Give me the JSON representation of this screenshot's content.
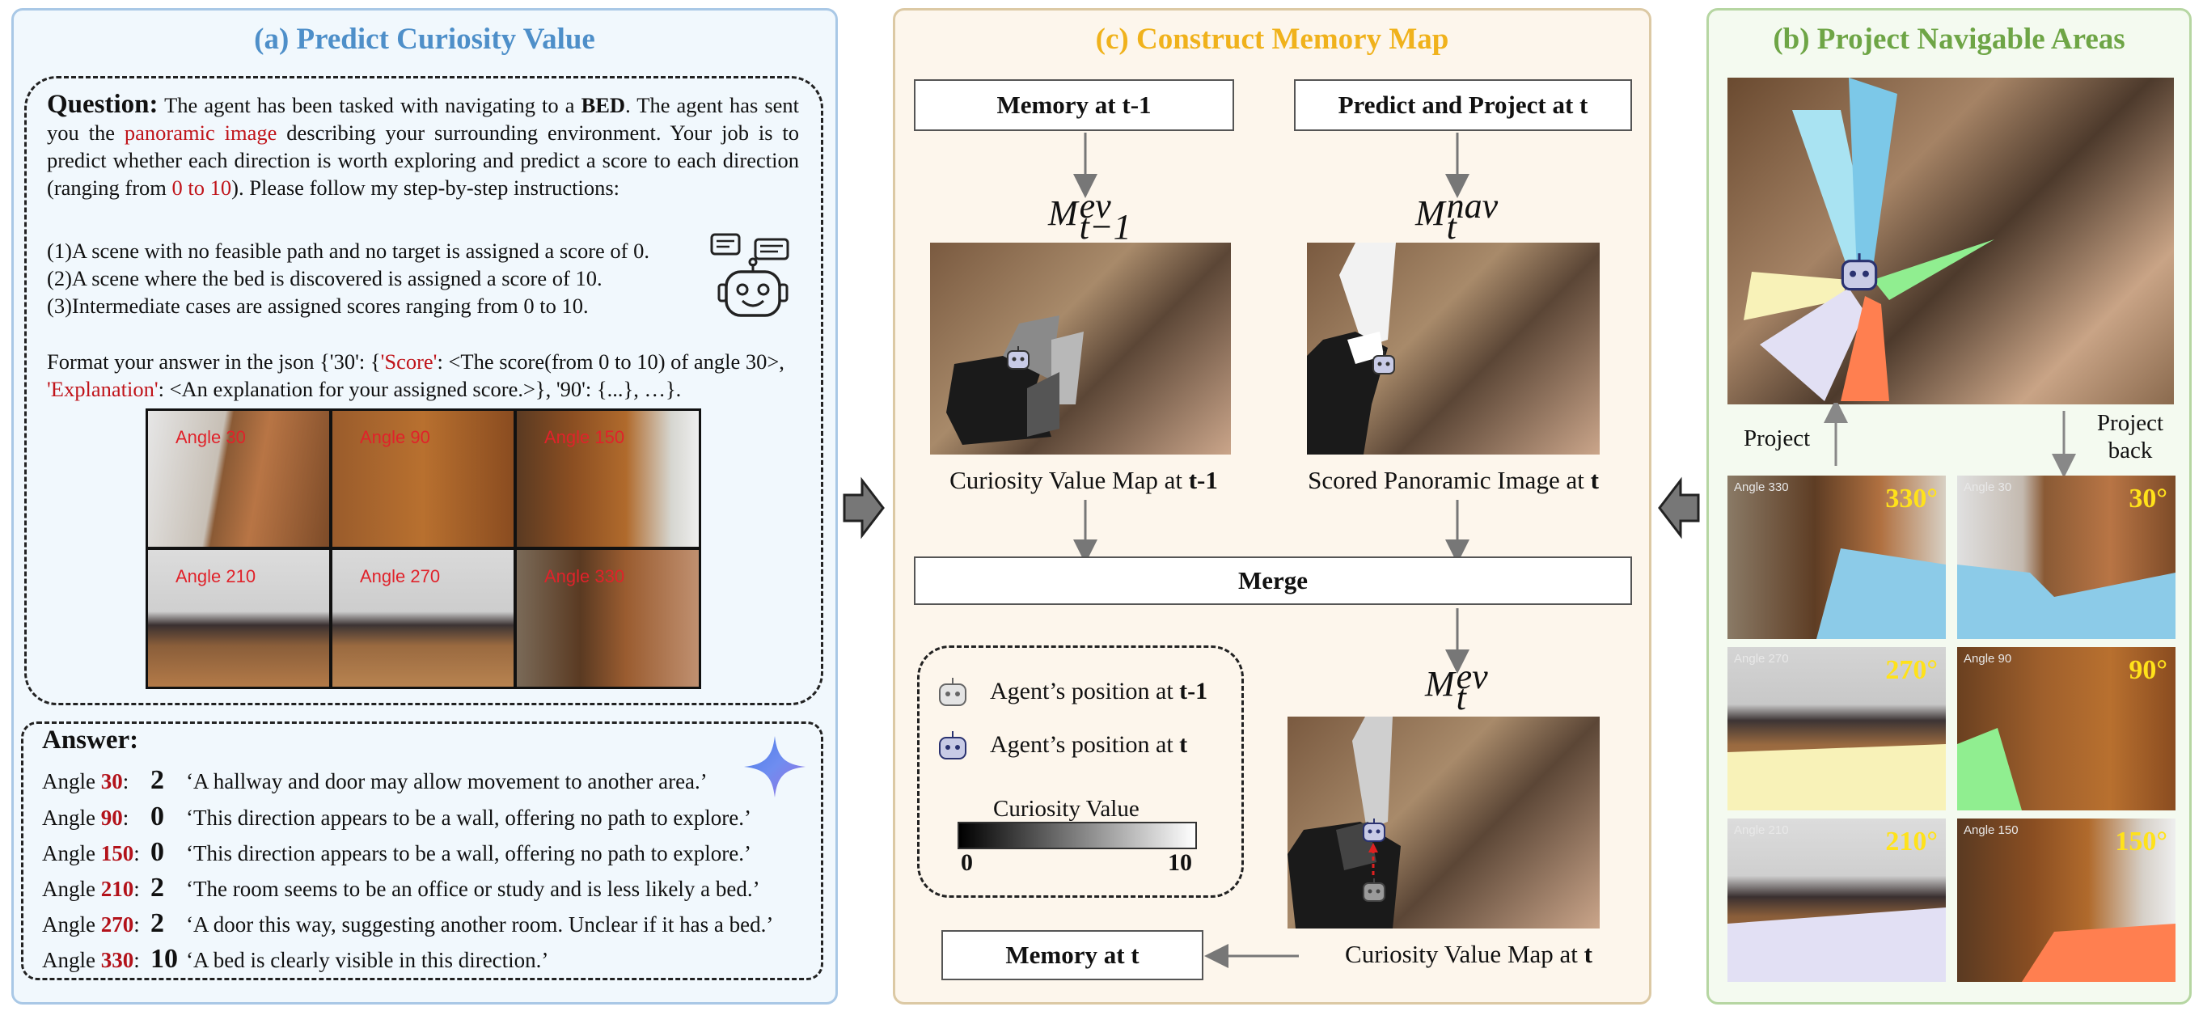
{
  "panel_a": {
    "title": "(a) Predict Curiosity Value",
    "question_label": "Question:",
    "q1": "The agent has been tasked with navigating to a",
    "q_bed": "BED",
    "q2": ". The agent has sent you the",
    "q_pano": "panoramic image",
    "q3": "describing your surrounding environment. Your job is to predict whether each direction is worth exploring and predict a score to each direction (ranging from",
    "q_range": "0 to 10",
    "q4": "). Please follow my step-by-step instructions:",
    "rule1": "(1)A scene with no feasible path and no target is assigned a score of 0.",
    "rule2": "(2)A scene where the bed is discovered is assigned a score of 10.",
    "rule3": "(3)Intermediate cases are assigned scores ranging from 0 to 10.",
    "fmt1": "Format your answer in the json {'30': {",
    "fmt_score": "'Score'",
    "fmt2": ": <The score(from 0 to 10) of angle 30>,",
    "fmt_expl": "'Explanation'",
    "fmt3": ": <An explanation for your assigned score.>}, '90': {...}, …}.",
    "images": [
      {
        "label": "Angle 30"
      },
      {
        "label": "Angle 90"
      },
      {
        "label": "Angle 150"
      },
      {
        "label": "Angle 210"
      },
      {
        "label": "Angle 270"
      },
      {
        "label": "Angle 330"
      }
    ],
    "answer_label": "Answer:",
    "angle_word": "Angle",
    "answers": [
      {
        "angle": "30",
        "score": "2",
        "text": "‘A hallway and door may allow movement to another area.’"
      },
      {
        "angle": "90",
        "score": "0",
        "text": "‘This direction appears to be a wall, offering no path to explore.’"
      },
      {
        "angle": "150",
        "score": "0",
        "text": "‘This direction appears to be a wall, offering no path to explore.’"
      },
      {
        "angle": "210",
        "score": "2",
        "text": "‘The room seems to be an office or study and is less likely a bed.’"
      },
      {
        "angle": "270",
        "score": "2",
        "text": "‘A door this way, suggesting another room. Unclear if it has a bed.’"
      },
      {
        "angle": "330",
        "score": "10",
        "text": "‘A bed is clearly visible in this direction.’"
      }
    ]
  },
  "panel_c": {
    "title": "(c) Construct Memory Map",
    "mem_prev": "Memory at t-1",
    "predict": "Predict and Project at t",
    "m_ev_prev_base": "M",
    "m_ev_prev_sup": "ev",
    "m_ev_prev_sub": "t−1",
    "m_nav_base": "M",
    "m_nav_sup": "nav",
    "m_nav_sub": "t",
    "caption_cv_prev": "Curiosity Value Map at",
    "caption_cv_prev_b": "t-1",
    "caption_scored": "Scored Panoramic Image at",
    "caption_scored_b": "t",
    "merge": "Merge",
    "legend_prev": "Agent’s position at",
    "legend_prev_b": "t-1",
    "legend_now": "Agent’s position at",
    "legend_now_b": "t",
    "colorbar_title": "Curiosity Value",
    "colorbar_min": "0",
    "colorbar_max": "10",
    "m_ev_base": "M",
    "m_ev_sup": "ev",
    "m_ev_sub": "t",
    "caption_cv_now": "Curiosity Value Map at",
    "caption_cv_now_b": "t",
    "mem_now": "Memory at t"
  },
  "panel_b": {
    "title": "(b) Project Navigable Areas",
    "project": "Project",
    "project_back": "Project back",
    "views": [
      {
        "small": "Angle 330",
        "deg": "330°",
        "fill": "#8ccbe8"
      },
      {
        "small": "Angle 30",
        "deg": "30°",
        "fill": "#8ccbe8"
      },
      {
        "small": "Angle 270",
        "deg": "270°",
        "fill": "#f8f2b8"
      },
      {
        "small": "Angle 90",
        "deg": "90°",
        "fill": "#90ee90"
      },
      {
        "small": "Angle 210",
        "deg": "210°",
        "fill": "#e2e0f4"
      },
      {
        "small": "Angle 150",
        "deg": "150°",
        "fill": "#ff7f50"
      }
    ]
  },
  "colors": {
    "panel_a_border": "#a9c8e6",
    "panel_a_bg": "#f1f8fd",
    "panel_a_title": "#4e8fc9",
    "panel_c_border": "#dcc9a4",
    "panel_c_bg": "#fdf6ec",
    "panel_c_title": "#f0b21c",
    "panel_b_border": "#b6d6a2",
    "panel_b_bg": "#f4faf0",
    "panel_b_title": "#6ea546"
  }
}
